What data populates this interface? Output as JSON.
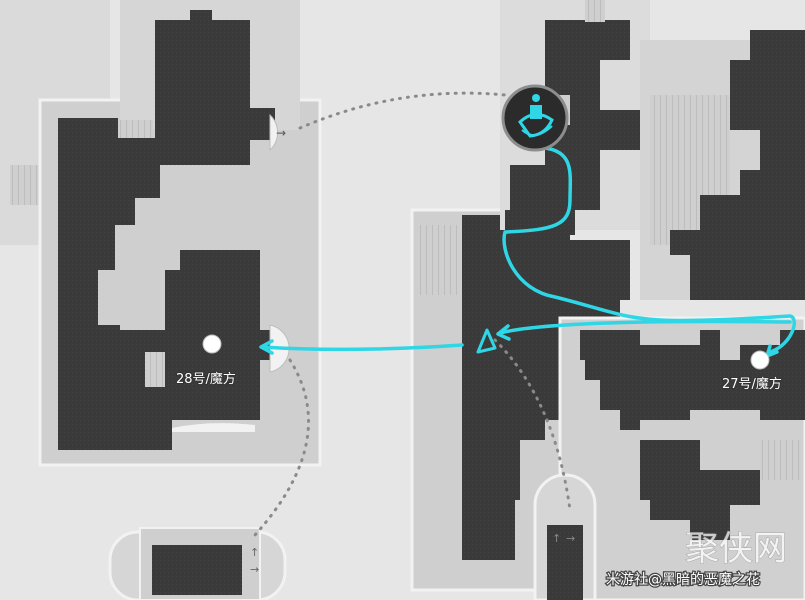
{
  "map": {
    "poi_labels": {
      "cube_28": "28号/魔方",
      "cube_27": "27号/魔方"
    },
    "watermark": {
      "logo_text": "聚侠网",
      "credit": "米游社@黑暗的恶魔之花"
    },
    "colors": {
      "background": "#e6e6e6",
      "floor_light": "#d2d2d2",
      "floor_dark": "#393939",
      "route": "#2fd6e6",
      "dotted_link": "#8a8a8a",
      "poi_dot": "#ffffff"
    },
    "icons": {
      "teleport_anchor": "space-anchor-icon",
      "player_marker": "player-arrow-icon",
      "cube_point": "white-dot-icon",
      "door_arrow": "arrow-right-icon"
    }
  }
}
